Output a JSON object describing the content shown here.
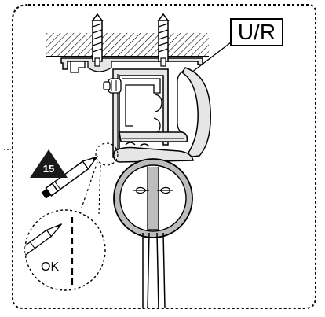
{
  "label_code": "U/R",
  "step_number": "15",
  "check_text": "OK",
  "colors": {
    "line": "#000000",
    "fill_light": "#e6e6e6",
    "fill_mid": "#bdbdbd",
    "badge": "#1a1a1a"
  },
  "icons": [
    "screw-icon",
    "pencil-icon",
    "magnifier-circle"
  ]
}
